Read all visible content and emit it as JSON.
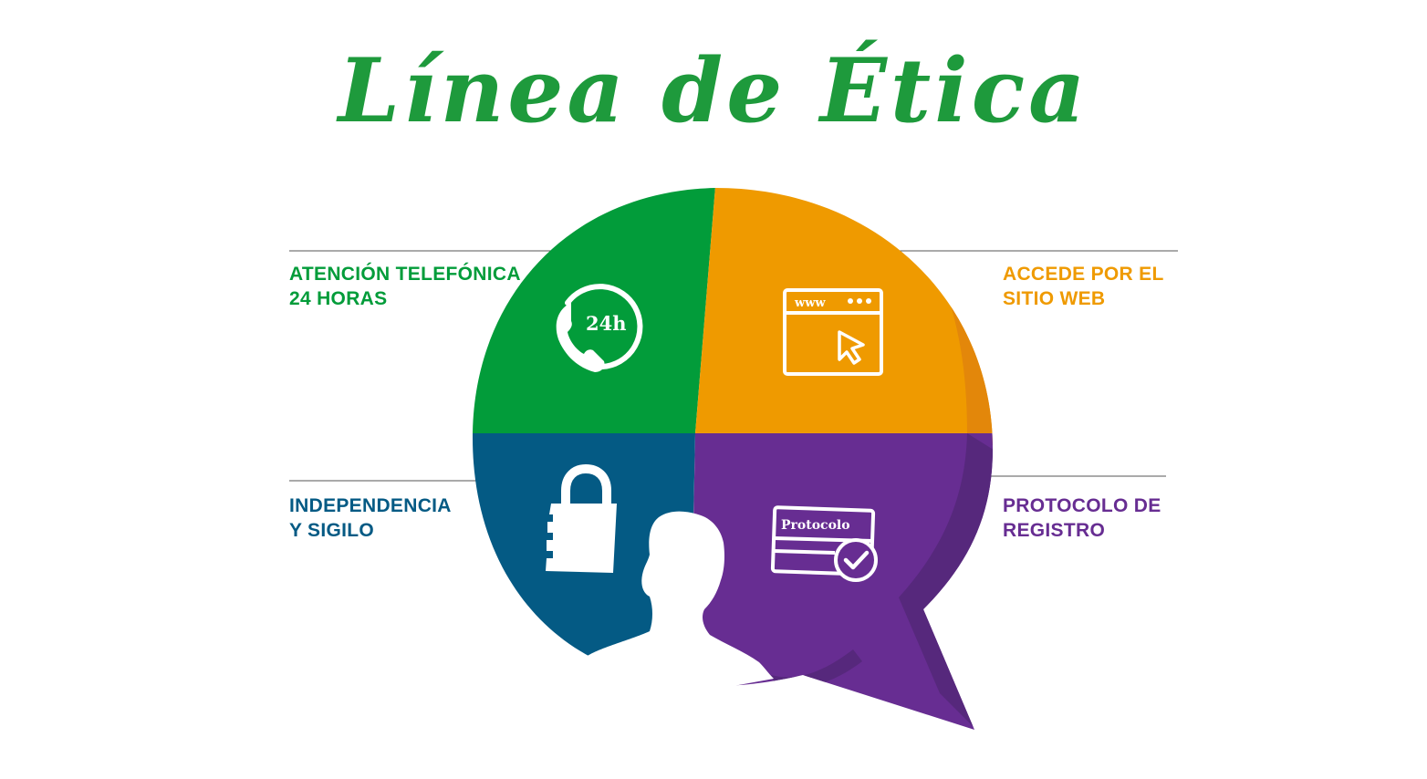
{
  "title": "Línea de Ética",
  "colors": {
    "title": "#1e9a3c",
    "green": "#029c3a",
    "orange": "#ef9a00",
    "orange_dark": "#e3870a",
    "blue": "#045a84",
    "purple": "#672d92",
    "purple_dark": "#56287c",
    "white": "#ffffff",
    "connector": "#444444"
  },
  "sections": [
    {
      "id": "phone",
      "lines": [
        "ATENCIÓN TELEFÓNICA",
        "24 HORAS"
      ],
      "icon": "phone-24h-icon",
      "icon_text": "24h"
    },
    {
      "id": "web",
      "lines": [
        "ACCEDE POR EL",
        "SITIO WEB"
      ],
      "icon": "browser-window-icon",
      "icon_text": "www"
    },
    {
      "id": "independence",
      "lines": [
        "INDEPENDENCIA",
        "Y SIGILO"
      ],
      "icon": "padlock-icon"
    },
    {
      "id": "protocol",
      "lines": [
        "PROTOCOLO DE",
        "REGISTRO"
      ],
      "icon": "protocol-check-icon",
      "icon_text": "Protocolo"
    }
  ],
  "center_figure": "person-silhouette-icon"
}
